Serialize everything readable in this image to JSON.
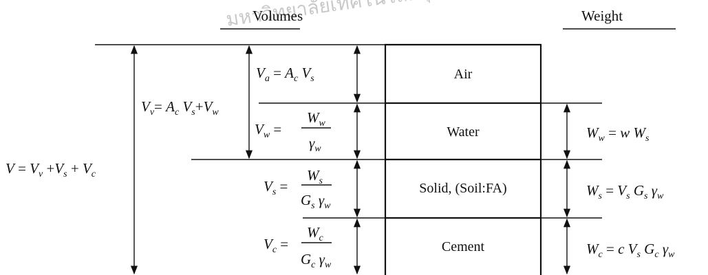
{
  "headers": {
    "volumes": "Volumes",
    "weight": "Weight"
  },
  "watermark": "มหาวิทยาลัยเทคโนโลยีสุรนารี",
  "phases": {
    "air": "Air",
    "water": "Water",
    "solid": "Solid, (Soil:FA)",
    "cement": "Cement"
  },
  "symbols": {
    "V": "V",
    "v": "v",
    "s": "s",
    "c": "c",
    "w": "w",
    "a": "a",
    "A": "A",
    "W": "W",
    "G": "G",
    "gamma": "γ",
    "eq": "=",
    "plus": "+",
    "w_lower": "w",
    "c_lower": "c"
  },
  "colors": {
    "ink": "#111111",
    "watermark": "#c9c9c9",
    "background": "#ffffff"
  }
}
